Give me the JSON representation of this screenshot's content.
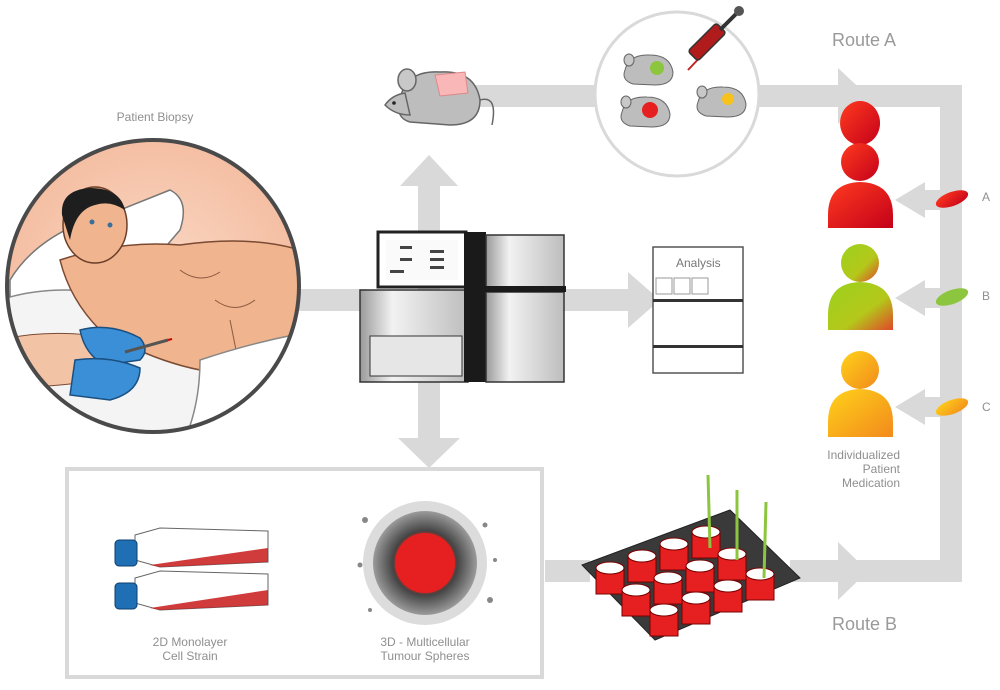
{
  "labels": {
    "patient_biopsy": "Patient Biopsy",
    "route_a": "Route A",
    "route_b": "Route B",
    "analysis": "Analysis",
    "letter_a": "A",
    "letter_b": "B",
    "letter_c": "C",
    "medication_line1": "Individualized",
    "medication_line2": "Patient",
    "medication_line3": "Medication",
    "mono_line1": "2D Monolayer",
    "mono_line2": "Cell Strain",
    "spheres_line1": "3D - Multicellular",
    "spheres_line2": "Tumour Spheres"
  },
  "colors": {
    "flow": "#d9d9d9",
    "outline": "#555555",
    "skin": "#f6c8ae",
    "glove": "#3a8fd6",
    "red": "#e62020",
    "green": "#8cc63f",
    "yellow": "#f7c21c",
    "mouse": "#bdbdbd",
    "flask_cap": "#1f6fb5"
  },
  "icons": [
    "syringe-icon",
    "mouse-icon",
    "sequencer-icon",
    "report-icon",
    "patient-silhouette-icon",
    "pill-icon",
    "flask-icon",
    "tumour-sphere-icon",
    "well-plate-icon"
  ]
}
